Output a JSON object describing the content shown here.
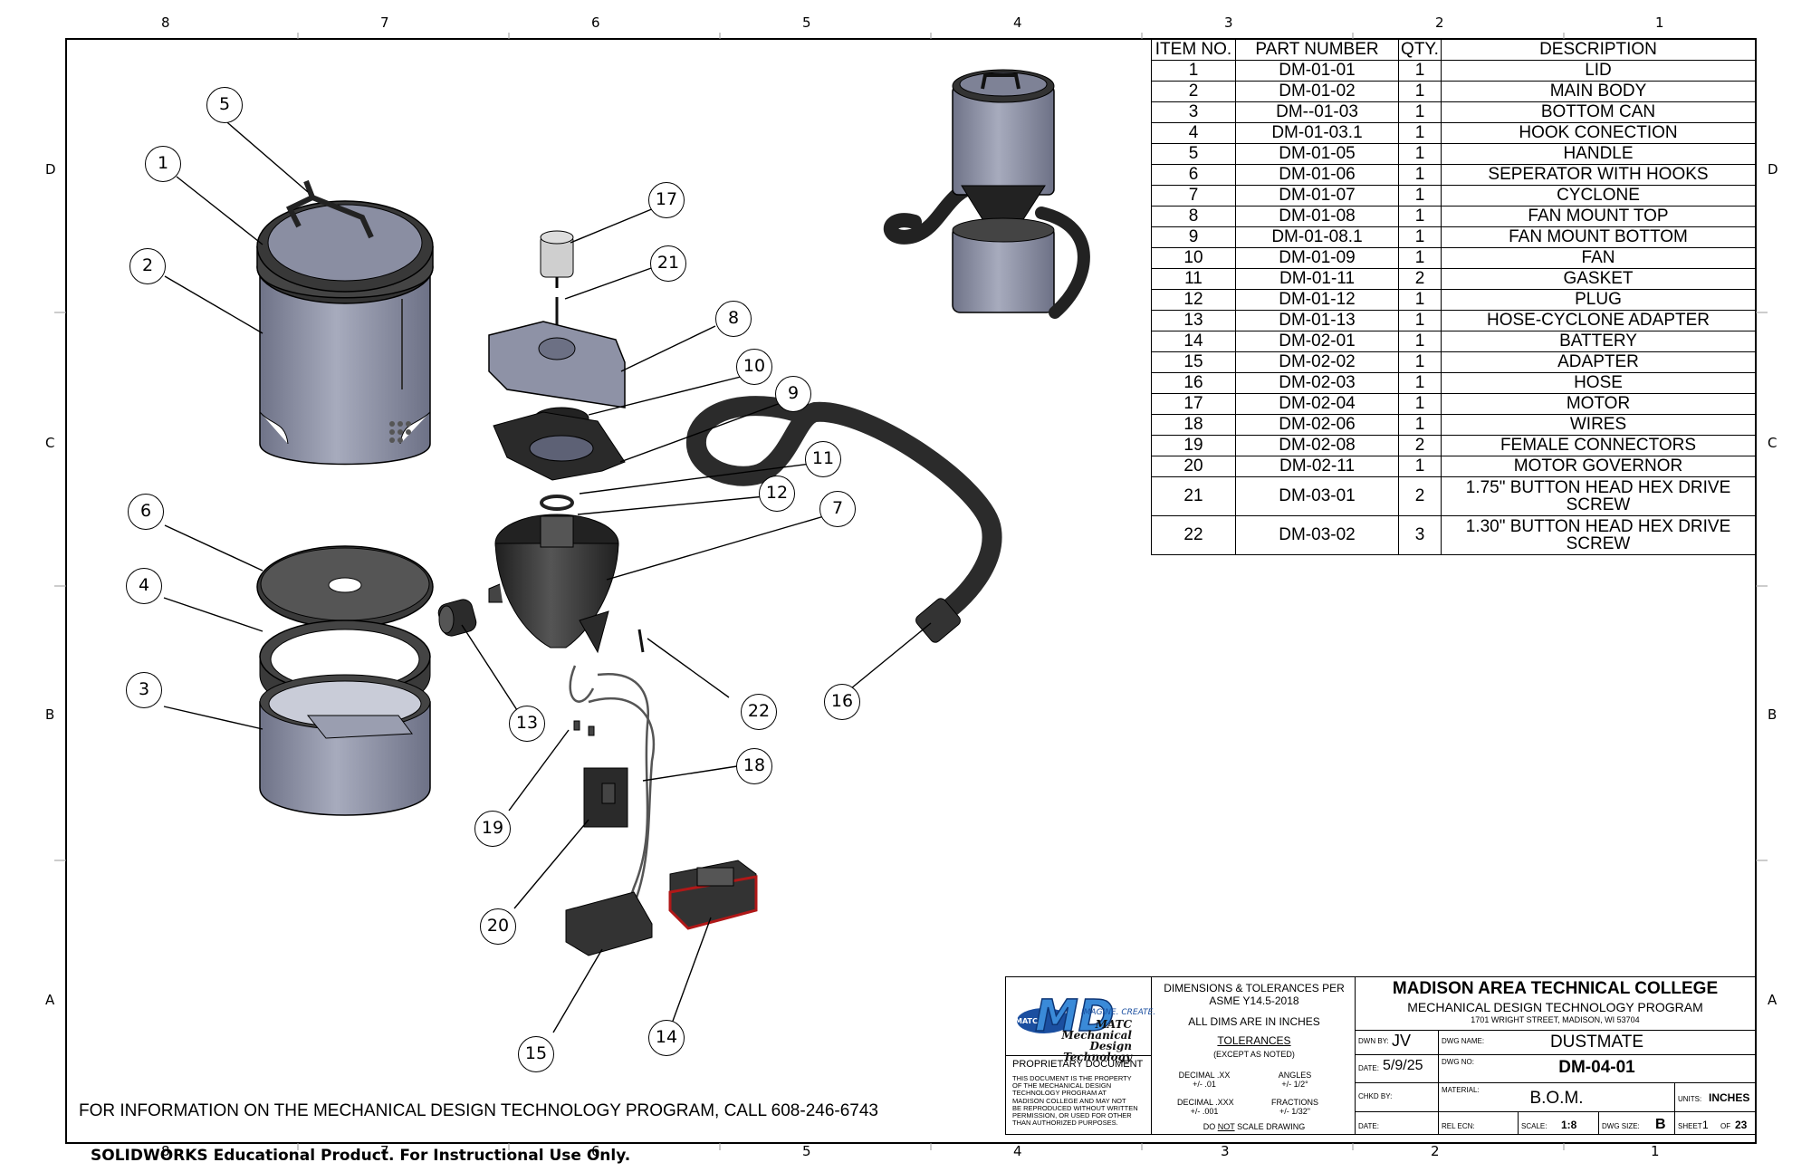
{
  "zones": {
    "top": [
      "8",
      "7",
      "6",
      "5",
      "4",
      "3",
      "2",
      "1"
    ],
    "bottom": [
      "8",
      "7",
      "6",
      "5",
      "4",
      "3",
      "2",
      "1"
    ],
    "left": [
      "D",
      "C",
      "B",
      "A"
    ],
    "right": [
      "D",
      "C",
      "B",
      "A"
    ]
  },
  "bom": {
    "headers": [
      "ITEM NO.",
      "PART NUMBER",
      "QTY.",
      "DESCRIPTION"
    ],
    "rows": [
      [
        "1",
        "DM-01-01",
        "1",
        "LID"
      ],
      [
        "2",
        "DM-01-02",
        "1",
        "MAIN BODY"
      ],
      [
        "3",
        "DM--01-03",
        "1",
        "BOTTOM CAN"
      ],
      [
        "4",
        "DM-01-03.1",
        "1",
        "HOOK CONECTION"
      ],
      [
        "5",
        "DM-01-05",
        "1",
        "HANDLE"
      ],
      [
        "6",
        "DM-01-06",
        "1",
        "SEPERATOR WITH HOOKS"
      ],
      [
        "7",
        "DM-01-07",
        "1",
        "CYCLONE"
      ],
      [
        "8",
        "DM-01-08",
        "1",
        "FAN MOUNT TOP"
      ],
      [
        "9",
        "DM-01-08.1",
        "1",
        "FAN MOUNT BOTTOM"
      ],
      [
        "10",
        "DM-01-09",
        "1",
        "FAN"
      ],
      [
        "11",
        "DM-01-11",
        "2",
        "GASKET"
      ],
      [
        "12",
        "DM-01-12",
        "1",
        "PLUG"
      ],
      [
        "13",
        "DM-01-13",
        "1",
        "HOSE-CYCLONE ADAPTER"
      ],
      [
        "14",
        "DM-02-01",
        "1",
        "BATTERY"
      ],
      [
        "15",
        "DM-02-02",
        "1",
        "ADAPTER"
      ],
      [
        "16",
        "DM-02-03",
        "1",
        "HOSE"
      ],
      [
        "17",
        "DM-02-04",
        "1",
        "MOTOR"
      ],
      [
        "18",
        "DM-02-06",
        "1",
        "WIRES"
      ],
      [
        "19",
        "DM-02-08",
        "2",
        "FEMALE CONNECTORS"
      ],
      [
        "20",
        "DM-02-11",
        "1",
        "MOTOR GOVERNOR"
      ]
    ],
    "tall_rows": [
      [
        "21",
        "DM-03-01",
        "2",
        "1.75\" BUTTON HEAD HEX DRIVE",
        "SCREW"
      ],
      [
        "22",
        "DM-03-02",
        "3",
        "1.30\" BUTTON HEAD HEX DRIVE",
        "SCREW"
      ]
    ]
  },
  "callouts": [
    "1",
    "2",
    "3",
    "4",
    "5",
    "6",
    "7",
    "8",
    "9",
    "10",
    "11",
    "12",
    "13",
    "14",
    "15",
    "16",
    "17",
    "18",
    "19",
    "20",
    "21",
    "22"
  ],
  "title_block": {
    "logo_text": "MATC Mechanical Design Technology",
    "logo_tagline": "IMAGINE. CREATE.",
    "proprietary_heading": "PROPRIETARY DOCUMENT",
    "proprietary_lines": [
      "THIS DOCUMENT IS THE PROPERTY",
      "OF THE MECHANICAL DESIGN",
      "TECHNOLOGY PROGRAM AT",
      "MADISON COLLEGE AND MAY NOT",
      "BE REPRODUCED WITHOUT WRITTEN",
      "PERMISSION, OR USED FOR OTHER",
      "THAN AUTHORIZED PURPOSES."
    ],
    "dims_line1": "DIMENSIONS & TOLERANCES PER",
    "dims_line2": "ASME Y14.5-2018",
    "all_dims": "ALL DIMS ARE IN INCHES",
    "tolerances": "TOLERANCES",
    "except": "(EXCEPT AS NOTED)",
    "decimal_xx": "DECIMAL .XX",
    "decimal_xx_val": "+/- .01",
    "angles": "ANGLES",
    "angles_val": "+/- 1/2°",
    "decimal_xxx": "DECIMAL .XXX",
    "decimal_xxx_val": "+/- .001",
    "fractions": "FRACTIONS",
    "fractions_val": "+/- 1/32\"",
    "do_not_a": "DO ",
    "do_not_b": "NOT",
    "do_not_c": " SCALE DRAWING",
    "college": "MADISON AREA TECHNICAL COLLEGE",
    "program": "MECHANICAL DESIGN TECHNOLOGY PROGRAM",
    "address": "1701 WRIGHT STREET, MADISON, WI  53704",
    "dwn_by_label": "DWN BY:",
    "dwn_by": "JV",
    "date_label": "DATE:",
    "date": "5/9/25",
    "chkd_label": "CHKD BY:",
    "date2_label": "DATE:",
    "dwg_name_label": "DWG NAME:",
    "dwg_name": "DUSTMATE",
    "dwg_no_label": "DWG NO:",
    "dwg_no": "DM-04-01",
    "material_label": "MATERIAL:",
    "material": "B.O.M.",
    "units_label": "UNITS:",
    "units": "INCHES",
    "rel_ecn_label": "REL ECN:",
    "scale_label": "SCALE:",
    "scale": "1:8",
    "dwg_size_label": "DWG SIZE:",
    "dwg_size": "B",
    "sheet_label": "SHEET",
    "sheet": "1",
    "of_label": "OF",
    "of": "23"
  },
  "footer_note": "FOR INFORMATION ON THE MECHANICAL DESIGN TECHNOLOGY PROGRAM, CALL 608-246-6743",
  "sw_note": "SOLIDWORKS Educational Product. For Instructional Use Only.",
  "colors": {
    "part_fill": "#8e92a6",
    "part_dark": "#3a3a3a",
    "hose": "#2b2b2b",
    "battery_red": "#b01818"
  }
}
